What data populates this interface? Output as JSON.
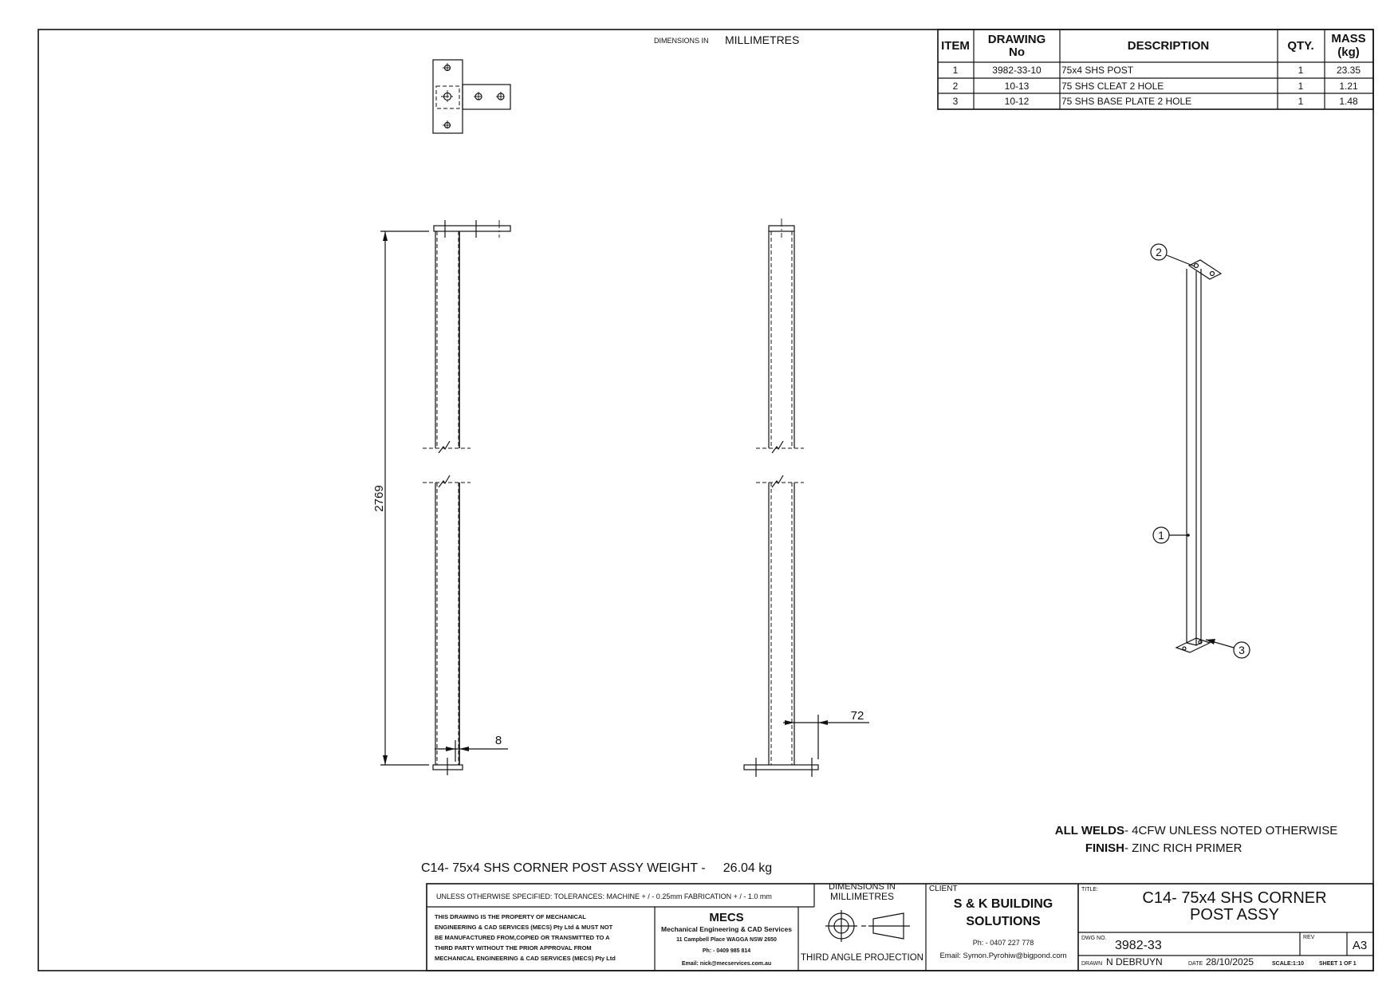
{
  "sheet": {
    "dimensions_in_small": "DIMENSIONS IN",
    "dimensions_in_units": "MILLIMETRES"
  },
  "bom": {
    "headers": {
      "item": "ITEM",
      "drawing_l1": "DRAWING",
      "drawing_l2": "No",
      "description": "DESCRIPTION",
      "qty": "QTY.",
      "mass_l1": "MASS",
      "mass_l2": "(kg)"
    },
    "rows": [
      {
        "item": "1",
        "drawing": "3982-33-10",
        "description": "75x4 SHS POST",
        "qty": "1",
        "mass": "23.35"
      },
      {
        "item": "2",
        "drawing": "10-13",
        "description": "75 SHS  CLEAT 2 HOLE",
        "qty": "1",
        "mass": "1.21"
      },
      {
        "item": "3",
        "drawing": "10-12",
        "description": "75 SHS  BASE PLATE  2 HOLE",
        "qty": "1",
        "mass": "1.48"
      }
    ]
  },
  "dims": {
    "length": "2769",
    "offset_small": "8",
    "offset_large": "72"
  },
  "balloons": {
    "post": "1",
    "cleat": "2",
    "base_plate": "3"
  },
  "notes": {
    "welds_label": "ALL WELDS",
    "welds_value": " - 4CFW UNLESS NOTED OTHERWISE",
    "finish_label": "FINISH",
    "finish_value": " - ZINC RICH PRIMER",
    "weight": "C14- 75x4 SHS CORNER POST ASSY WEIGHT -     26.04 kg"
  },
  "title_block": {
    "tolerances": "UNLESS OTHERWISE SPECIFIED: TOLERANCES: MACHINE + / - 0.25mm  FABRICATION + / - 1.0 mm",
    "dims_l1": "DIMENSIONS IN",
    "dims_l2": "MILLIMETRES",
    "property_lines": [
      "THIS DRAWING IS THE PROPERTY OF MECHANICAL",
      "ENGINEERING & CAD SERVICES (MECS) Pty Ltd & MUST NOT",
      "BE MANUFACTURED FROM,COPIED OR TRANSMITTED TO A",
      "THIRD PARTY WITHOUT THE PRIOR APPROVAL FROM",
      "MECHANICAL ENGINEERING & CAD SERVICES (MECS) Pty Ltd"
    ],
    "company_logo": "MECS",
    "company_name": "Mechanical Engineering & CAD Services",
    "company_address": "11 Campbell Place WAGGA NSW 2650",
    "company_phone": "Ph: - 0409 985 814",
    "company_email": "Email: nick@mecservices.com.au",
    "projection": "THIRD ANGLE PROJECTION",
    "client_label": "CLIENT",
    "client_l1": "S & K  BUILDING",
    "client_l2": "SOLUTIONS",
    "client_phone": "Ph: - 0407 227 778",
    "client_email": "Email: Symon.Pyrohiw@bigpond.com",
    "title_label": "TITLE:",
    "title_l1": "C14- 75x4 SHS CORNER",
    "title_l2": "POST ASSY",
    "dwg_label": "DWG NO.",
    "dwg_no": "3982-33",
    "rev_label": "REV",
    "size": "A3",
    "drawn_label": "DRAWN",
    "drawn_by": "N DEBRUYN",
    "date_label": "DATE",
    "date": "28/10/2025",
    "scale": "SCALE:1:10",
    "sheet": "SHEET 1 OF 1"
  }
}
